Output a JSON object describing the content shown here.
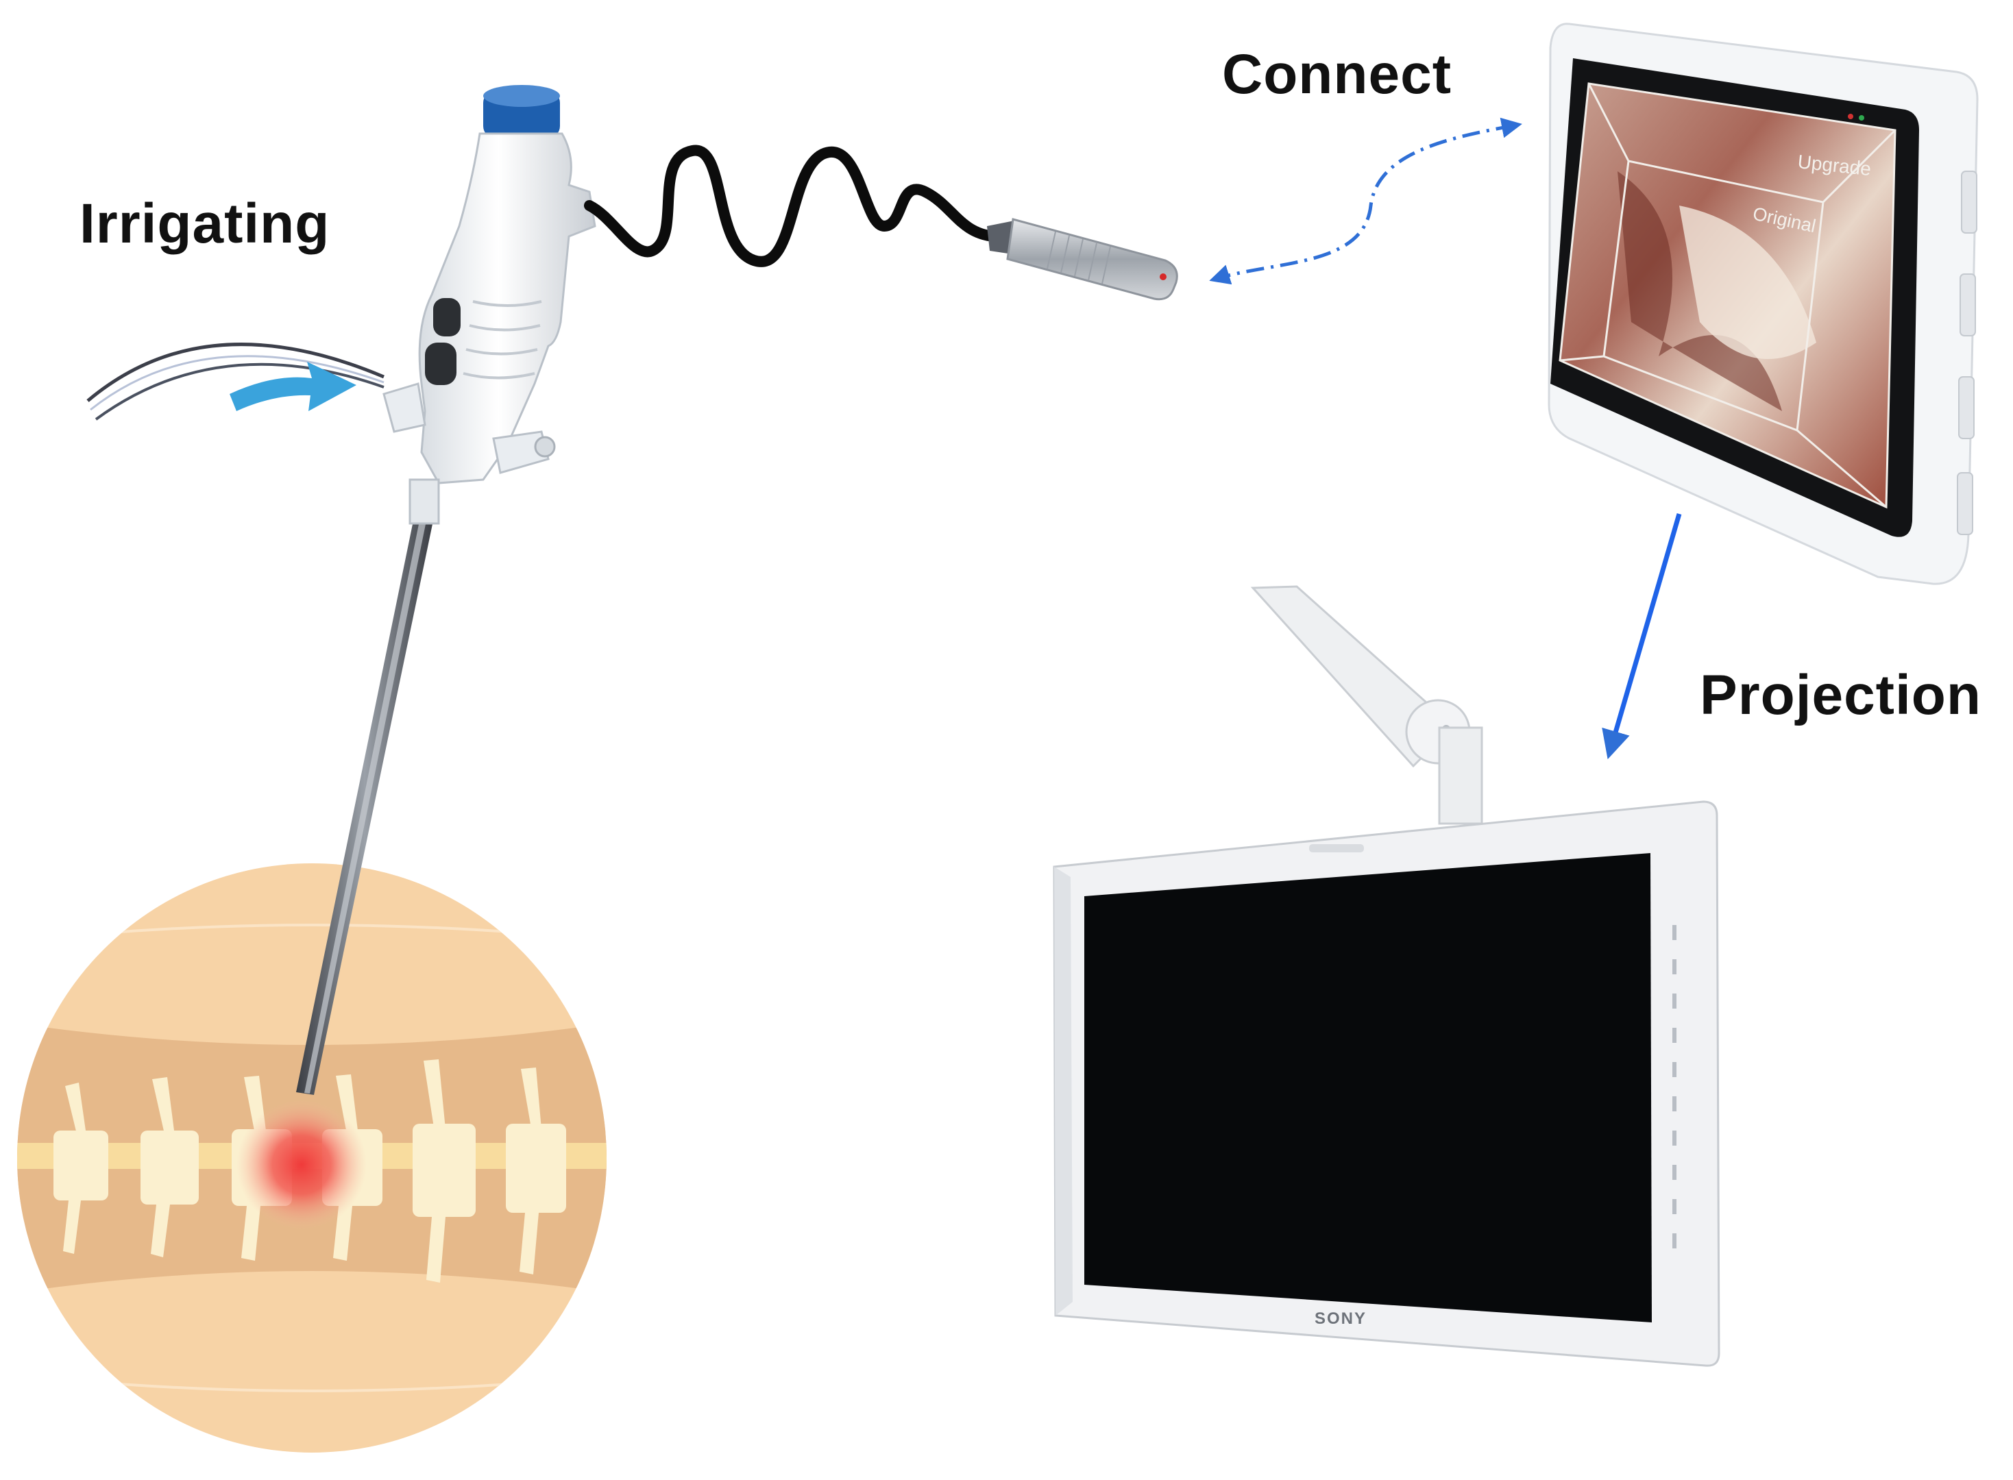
{
  "labels": {
    "irrigating": "Irrigating",
    "connect": "Connect",
    "projection": "Projection"
  },
  "tablet": {
    "overlay_upgrade": "Upgrade",
    "overlay_original": "Original"
  },
  "monitor": {
    "brand": "SONY"
  },
  "colors": {
    "arrow_blue": "#2f6fd6",
    "irrigation_arrow": "#3aa3dc",
    "spine_circle": "#f7d3a6",
    "spine_band": "#e6b98a",
    "vertebra": "#fbf0cf",
    "lesion": "#f04a4a",
    "screen_black": "#07090b",
    "device_white": "#f4f6f8"
  },
  "icons": {
    "endoscope": "endoscope-handpiece-icon",
    "cable": "coiled-cable-icon",
    "tablet": "tablet-display-icon",
    "monitor": "surgical-monitor-icon",
    "spine": "spine-cross-section-icon"
  }
}
